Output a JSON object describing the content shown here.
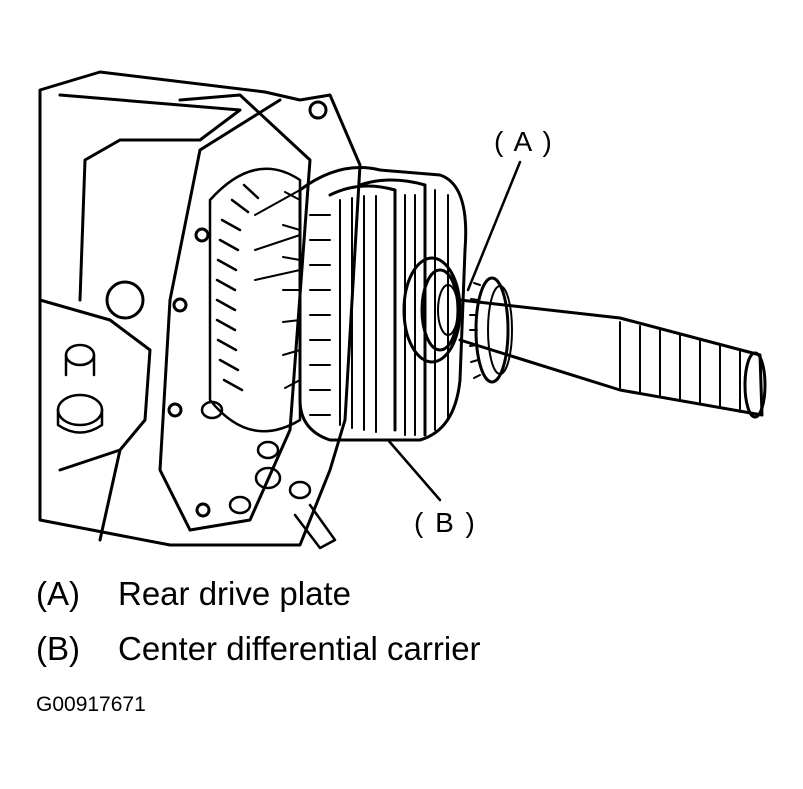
{
  "diagram": {
    "callouts": {
      "a": "( A )",
      "b": "( B )"
    },
    "legend": [
      {
        "key": "(A)",
        "label": "Rear drive plate"
      },
      {
        "key": "(B)",
        "label": "Center differential carrier"
      }
    ],
    "figure_id": "G00917671"
  }
}
